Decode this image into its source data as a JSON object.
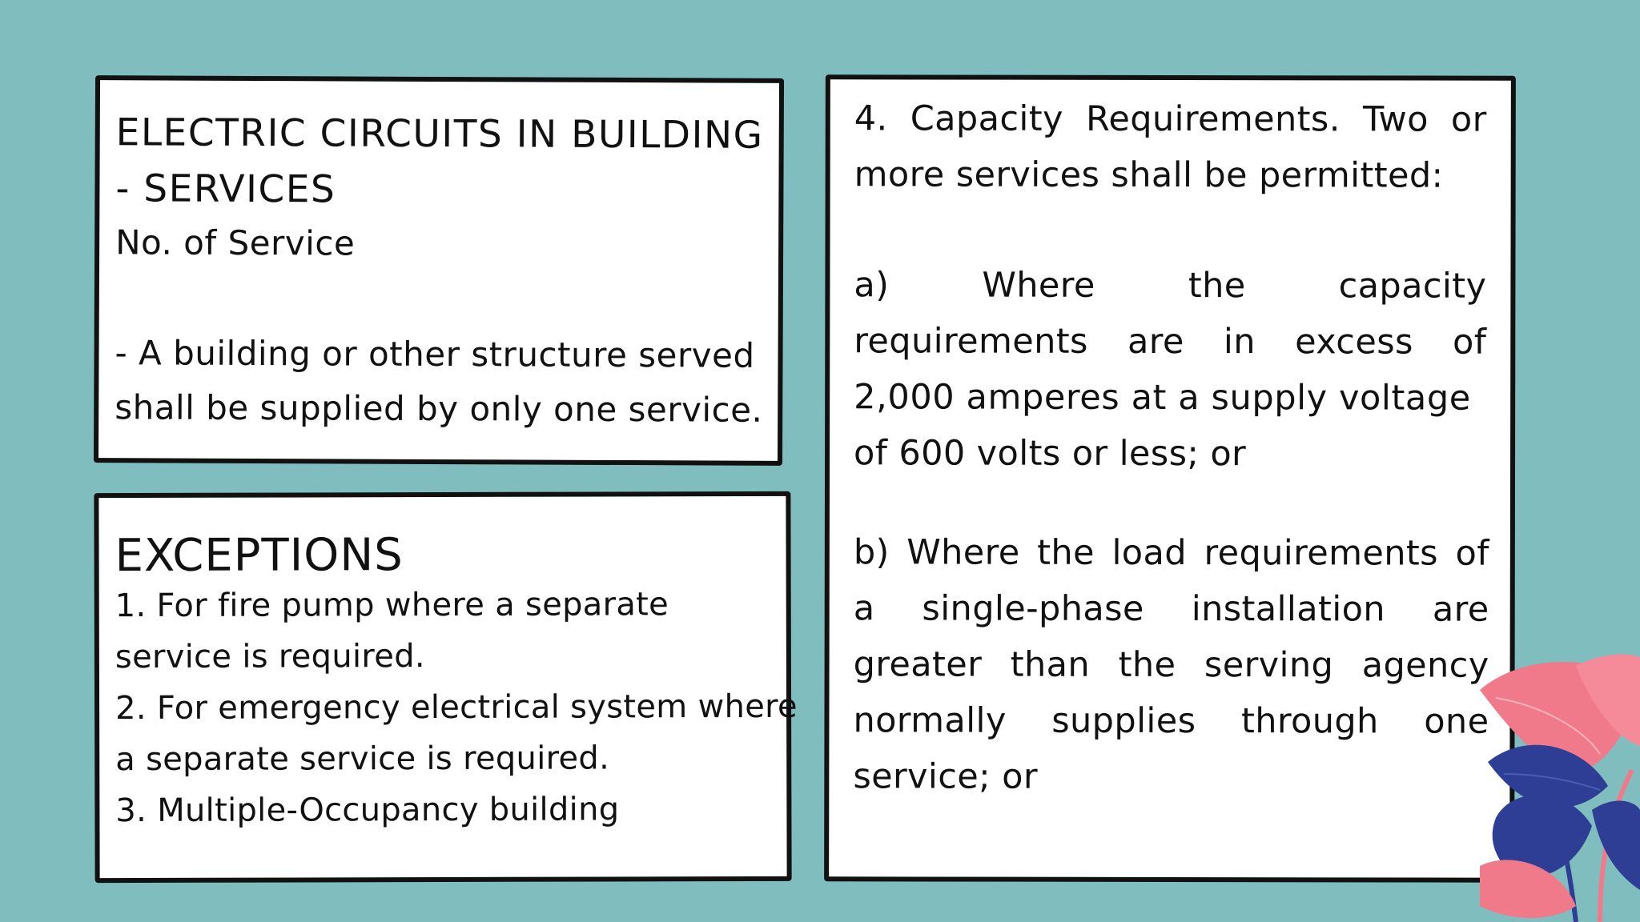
{
  "card_services": {
    "title_line1": "ELECTRIC CIRCUITS IN BUILDING",
    "title_line2": "- SERVICES",
    "subtitle": "No. of Service",
    "body_line1": "- A building or other structure served",
    "body_line2": "shall be supplied by only one service."
  },
  "card_exceptions": {
    "title": "EXCEPTIONS",
    "lines": [
      "1. For fire pump where a separate",
      "service is required.",
      "2. For emergency electrical system where",
      "a separate service is required.",
      "3. Multiple-Occupancy building"
    ]
  },
  "card_capacity": {
    "heading_line1": [
      "4.",
      "Capacity",
      "Requirements.",
      "Two",
      "or"
    ],
    "heading_line2": "more services shall be permitted:",
    "a_line1": [
      "a)",
      "Where",
      "the",
      "capacity"
    ],
    "a_line2": [
      "requirements",
      "are",
      "in",
      "excess",
      "of"
    ],
    "a_line3": "2,000 amperes at a supply voltage",
    "a_line4": "of 600 volts or less; or",
    "b_line1": [
      "b)",
      "Where",
      "the",
      "load",
      "requirements",
      "of"
    ],
    "b_line2": [
      "a",
      "single-phase",
      "installation",
      "are"
    ],
    "b_line3": [
      "greater",
      "than",
      "the",
      "serving",
      "agency"
    ],
    "b_line4": [
      "normally",
      "supplies",
      "through",
      "one"
    ],
    "b_line5": "service; or"
  },
  "decoration": {
    "plant_colors": [
      "#f07a8a",
      "#2d3e94"
    ]
  }
}
